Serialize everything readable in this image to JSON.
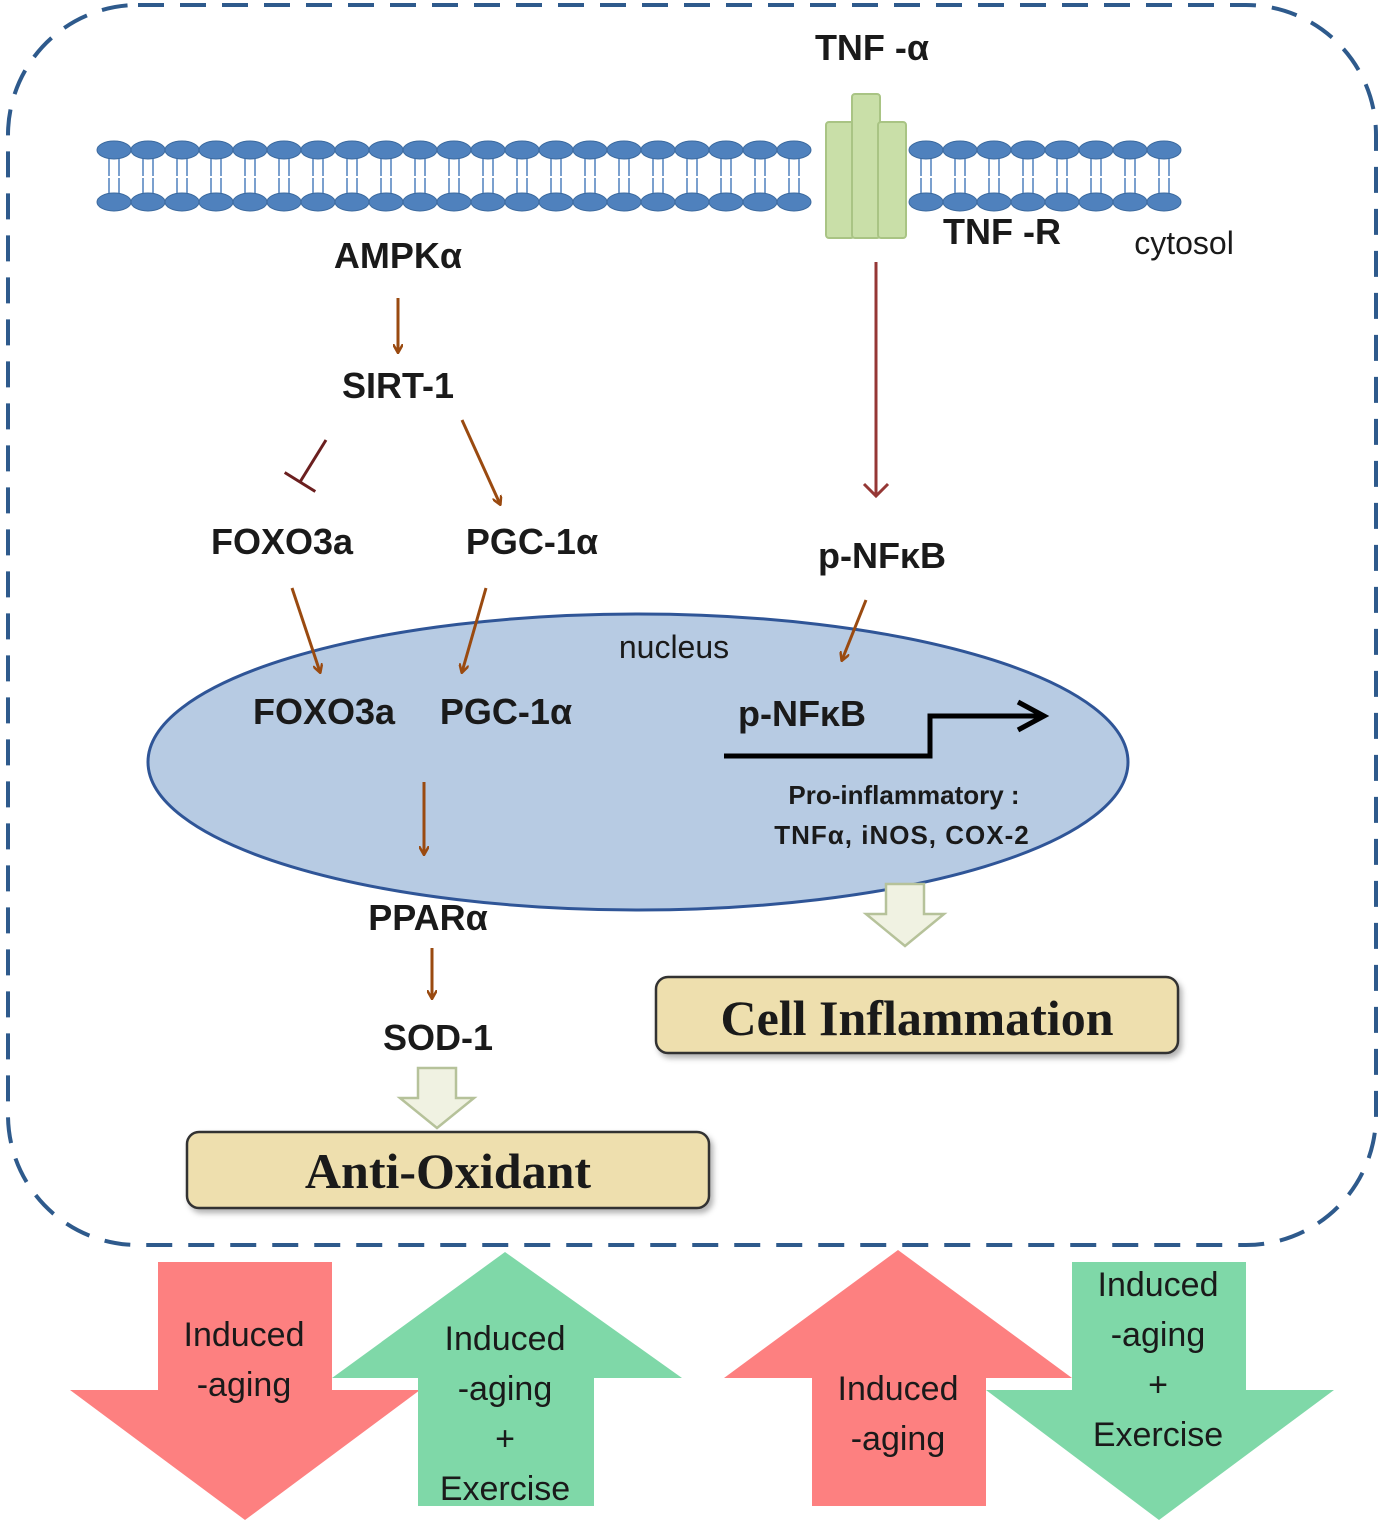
{
  "labels": {
    "tnf_alpha": "TNF -α",
    "tnf_r": "TNF -R",
    "cytosol": "cytosol",
    "ampk": "AMPKα",
    "sirt1": "SIRT-1",
    "foxo3a_cyto": "FOXO3a",
    "pgc1a_cyto": "PGC-1α",
    "pnfkb_cyto": "p-NFκB",
    "nucleus": "nucleus",
    "foxo3a_nuc": "FOXO3a",
    "pgc1a_nuc": "PGC-1α",
    "pnfkb_nuc": "p-NFκB",
    "proinflam_title": "Pro-inflammatory :",
    "proinflam_list": "TNFα, iNOS, COX-2",
    "ppara": "PPARα",
    "sod1": "SOD-1"
  },
  "outcomes": {
    "anti_oxidant": "Anti-Oxidant",
    "cell_inflammation": "Cell Inflammation"
  },
  "arrows": {
    "a1": {
      "line1": "Induced",
      "line2": "-aging"
    },
    "a2": {
      "line1": "Induced",
      "line2": "-aging",
      "line3": "+",
      "line4": "Exercise"
    },
    "a3": {
      "line1": "Induced",
      "line2": "-aging"
    },
    "a4": {
      "line1": "Induced",
      "line2": "-aging",
      "line3": "+",
      "line4": "Exercise"
    }
  },
  "colors": {
    "cell_border": "#2e5a8c",
    "membrane": "#4f81bd",
    "receptor": "#c9dfa8",
    "nucleus_fill": "#b7cbe3",
    "nucleus_stroke": "#2f5597",
    "pathway_arrow": "#9a4a10",
    "tnf_arrow": "#953735",
    "outcome_box": "#eedfae",
    "down_red": "#fd8080",
    "up_green": "#7fd8a8"
  }
}
